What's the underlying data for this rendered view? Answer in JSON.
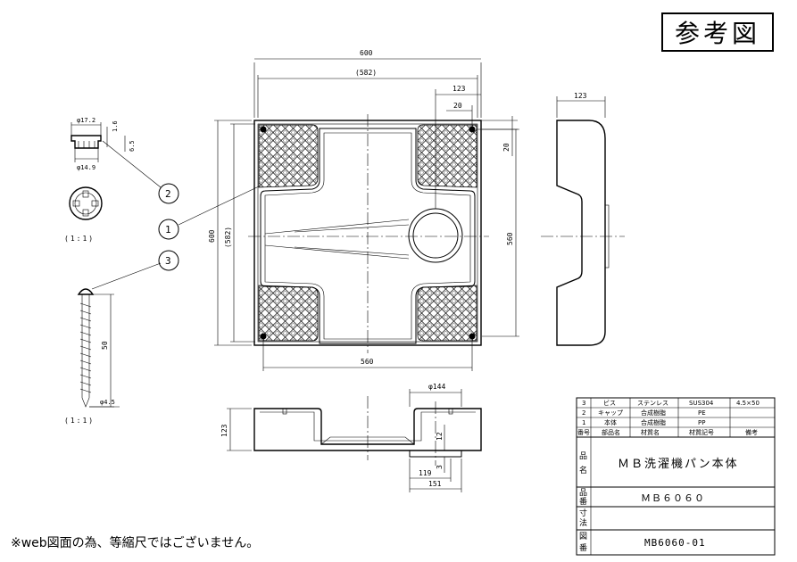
{
  "badge": "参考図",
  "note": "※web図面の為、等縮尺ではございません。",
  "dims": {
    "w600": "600",
    "w582": "(582)",
    "d123": "123",
    "d20a": "20",
    "d20b": "20",
    "h600": "600",
    "h582": "(582)",
    "h560": "560",
    "w560": "560",
    "side123": "123",
    "phi144": "φ144",
    "d123f": "123",
    "d12": "12",
    "d3": "3",
    "d119": "119",
    "d151": "151",
    "cap_phi172": "φ17.2",
    "cap_16": "1.6",
    "cap_65": "6.5",
    "cap_phi149": "φ14.9",
    "screw_50": "50",
    "screw_phi45": "φ4.5"
  },
  "scales": {
    "cap": "(1:1)",
    "screw": "(1:1)"
  },
  "callouts": {
    "c1": "1",
    "c2": "2",
    "c3": "3"
  },
  "parts_table": {
    "rows": [
      {
        "no": "3",
        "name": "ビス",
        "material": "ステンレス",
        "code": "SUS304",
        "remark": "4.5×50"
      },
      {
        "no": "2",
        "name": "キャップ",
        "material": "合成樹脂",
        "code": "PE",
        "remark": ""
      },
      {
        "no": "1",
        "name": "本体",
        "material": "合成樹脂",
        "code": "PP",
        "remark": ""
      }
    ],
    "header": {
      "no": "番号",
      "name": "部品名",
      "material": "材質名",
      "code": "材質記号",
      "remark": "備考"
    },
    "labels": {
      "hinmei": "品名",
      "hinban": "品番",
      "sunpo": "寸法",
      "zuban": "図番"
    },
    "product_name": "ＭＢ洗濯機パン本体",
    "product_code": "ＭＢ６０６０",
    "dimension": "",
    "drawing_no": "MB6060-01"
  }
}
